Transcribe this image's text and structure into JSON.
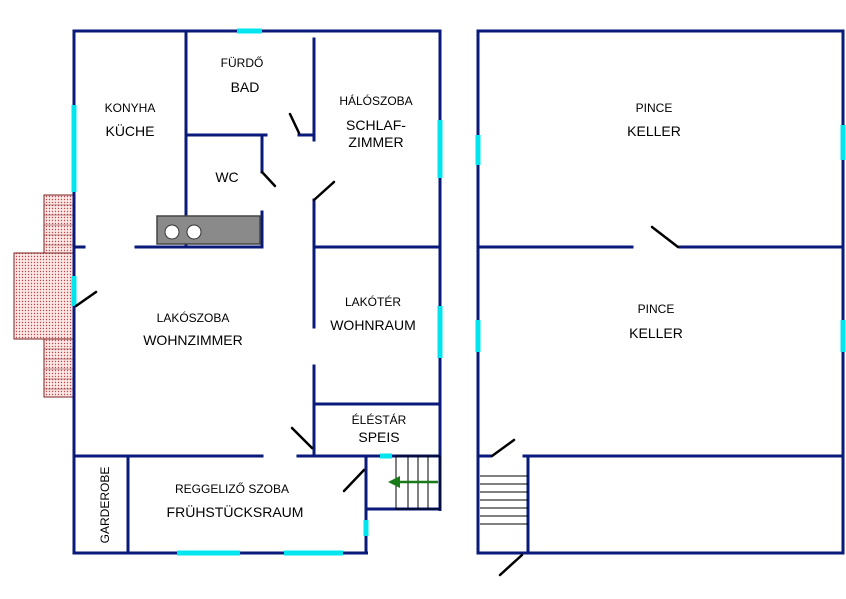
{
  "colors": {
    "wall": "#0a1a7a",
    "window": "#00e5ee",
    "door": "#000000",
    "arrow": "#1a7a1a",
    "stove": "#8a8a8a"
  },
  "ground_floor": {
    "kitchen": {
      "hu": "KONYHA",
      "de": "KÜCHE"
    },
    "bathroom": {
      "hu": "FÜRDŐ",
      "de": "BAD"
    },
    "wc": {
      "label": "WC"
    },
    "bedroom": {
      "hu": "HÁLÓSZOBA",
      "de_line1": "SCHLAF-",
      "de_line2": "ZIMMER"
    },
    "living_room": {
      "hu": "LAKÓSZOBA",
      "de": "WOHNZIMMER"
    },
    "living_space": {
      "hu": "LAKÓTÉR",
      "de": "WOHNRAUM"
    },
    "pantry": {
      "hu": "ÉLÉSTÁR",
      "de": "SPEIS"
    },
    "breakfast_room": {
      "hu": "REGGELIZŐ SZOBA",
      "de": "FRÜHSTÜCKSRAUM"
    },
    "wardrobe": {
      "label": "GARDEROBE"
    }
  },
  "basement": {
    "cellar_upper": {
      "hu": "PINCE",
      "de": "KELLER"
    },
    "cellar_lower": {
      "hu": "PINCE",
      "de": "KELLER"
    }
  }
}
